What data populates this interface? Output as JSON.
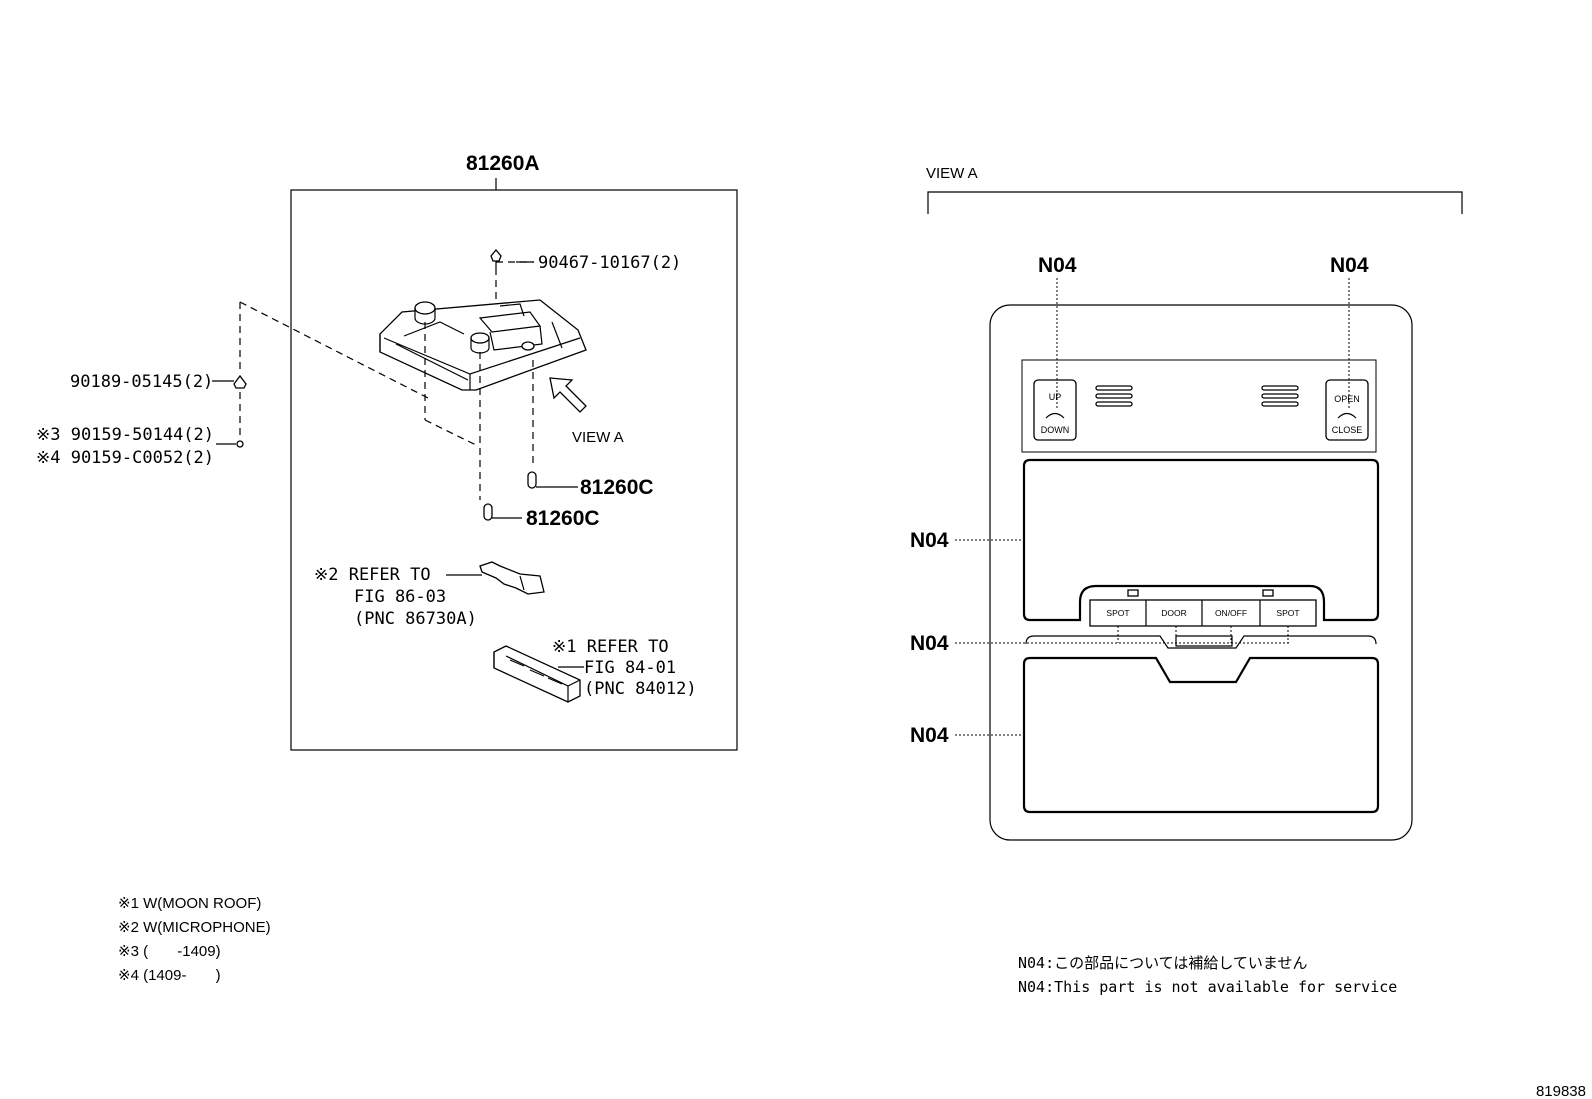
{
  "left": {
    "assembly": "81260A",
    "bolt_part": "90467-10167(2)",
    "screw_part": "90189-05145(2)",
    "alt_screw_1": "※3 90159-50144(2)",
    "alt_screw_2": "※4 90159-C0052(2)",
    "bulb_1": "81260C",
    "bulb_2": "81260C",
    "view_label": "VIEW A",
    "ref_mic": [
      "※2 REFER TO",
      "FIG 86-03",
      "(PNC 86730A)"
    ],
    "ref_switch": [
      "※1 REFER TO",
      "FIG 84-01",
      "(PNC 84012)"
    ]
  },
  "notes": [
    "※1 W(MOON ROOF)",
    "※2 W(MICROPHONE)",
    "※3 (       -1409)",
    "※4 (1409-       )"
  ],
  "view_a": {
    "title": "VIEW A",
    "callouts": [
      "N04",
      "N04",
      "N04",
      "N04",
      "N04"
    ],
    "left_switch": [
      "UP",
      "DOWN"
    ],
    "right_switch": [
      "OPEN",
      "CLOSE"
    ],
    "buttons": [
      "SPOT",
      "DOOR",
      "ON/OFF",
      "SPOT"
    ]
  },
  "footnote": {
    "jp": "N04:この部品については補給していません",
    "en": "N04:This part is not available for service"
  },
  "figure_id": "819838"
}
